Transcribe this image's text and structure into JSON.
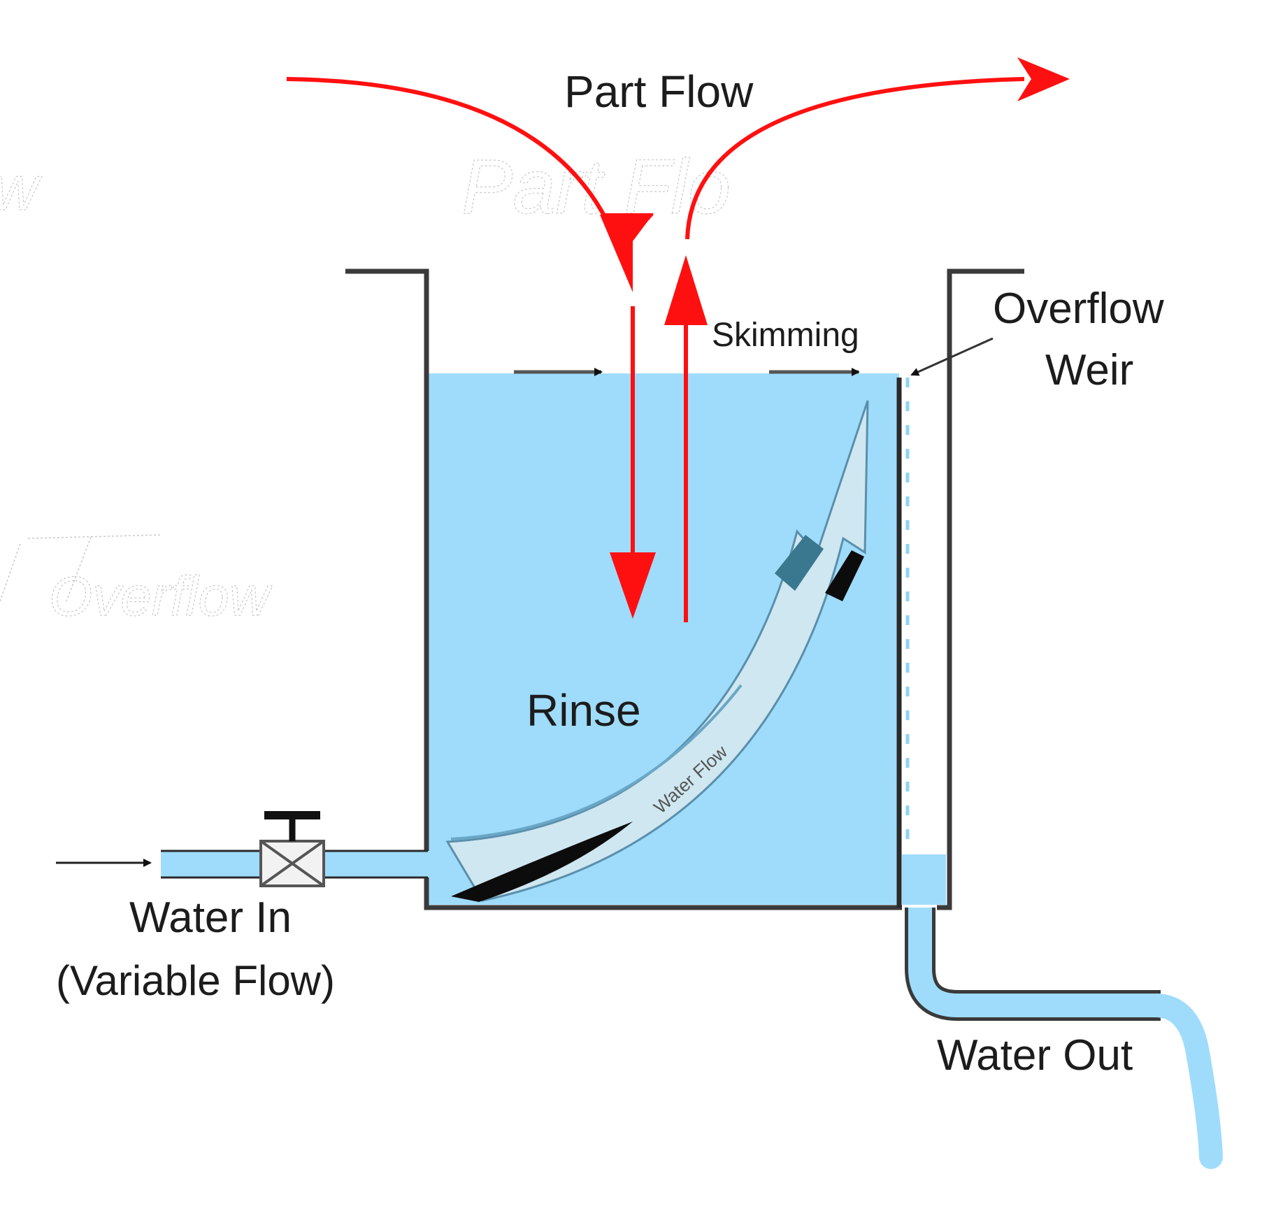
{
  "labels": {
    "part_flow": "Part Flow",
    "skimming": "Skimming",
    "overflow_weir_line1": "Overflow",
    "overflow_weir_line2": "Weir",
    "rinse": "Rinse",
    "water_flow": "Water Flow",
    "water_in_line1": "Water In",
    "water_in_line2": "(Variable Flow)",
    "water_out": "Water Out"
  },
  "ghost_text": {
    "top_left": "w",
    "part_flow_echo": "Part Flo",
    "overflow_echo": "Overflow"
  },
  "colors": {
    "water": "#9fdcfb",
    "flow_arrow": "#cfe7f1",
    "part_flow_arrow": "#ff1010",
    "tank_wall": "#3a3a3a",
    "text": "#1c1c1c"
  }
}
